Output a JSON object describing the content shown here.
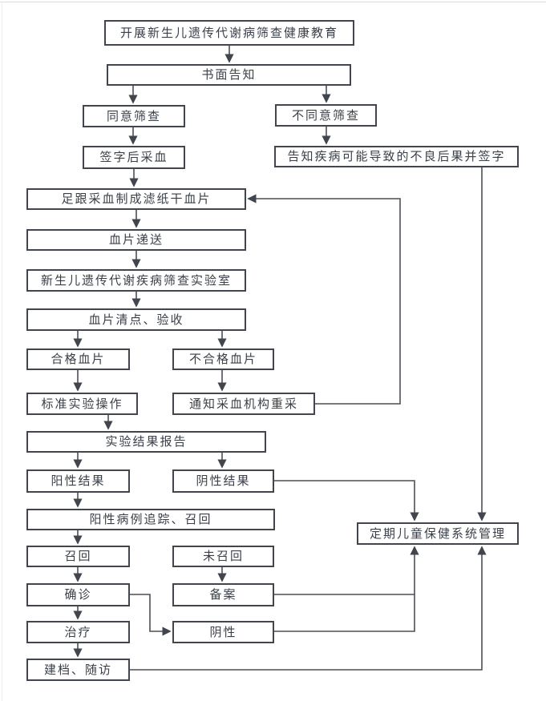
{
  "diagram": {
    "type": "flowchart",
    "language": "zh-CN",
    "colors": {
      "background": "#ffffff",
      "box_border": "#41464e",
      "text": "#3a3f48",
      "line": "#4b4f56"
    },
    "nodes": {
      "edu": {
        "label": "开展新生儿遗传代谢病筛查健康教育"
      },
      "notify": {
        "label": "书面告知"
      },
      "agree": {
        "label": "同意筛查"
      },
      "disagree": {
        "label": "不同意筛查"
      },
      "sign": {
        "label": "签字后采血"
      },
      "inform": {
        "label": "告知疾病可能导致的不良后果并签字"
      },
      "heel": {
        "label": "足跟采血制成滤纸干血片"
      },
      "deliver": {
        "label": "血片递送"
      },
      "lab": {
        "label": "新生儿遗传代谢疾病筛查实验室"
      },
      "check": {
        "label": "血片清点、验收"
      },
      "qualified": {
        "label": "合格血片"
      },
      "unqualified": {
        "label": "不合格血片"
      },
      "standard": {
        "label": "标准实验操作"
      },
      "recollect": {
        "label": "通知采血机构重采"
      },
      "report": {
        "label": "实验结果报告"
      },
      "positive": {
        "label": "阳性结果"
      },
      "negative": {
        "label": "阴性结果"
      },
      "track": {
        "label": "阳性病例追踪、召回"
      },
      "recall": {
        "label": "召回"
      },
      "norecall": {
        "label": "未召回"
      },
      "confirm": {
        "label": "确诊"
      },
      "record": {
        "label": "备案"
      },
      "treat": {
        "label": "治疗"
      },
      "neg2": {
        "label": "阴性"
      },
      "archive": {
        "label": "建档、随访"
      },
      "manage": {
        "label": "定期儿童保健系统管理"
      }
    },
    "edges": [
      {
        "from": "edu",
        "to": "notify"
      },
      {
        "from": "notify",
        "to": "agree"
      },
      {
        "from": "notify",
        "to": "disagree"
      },
      {
        "from": "agree",
        "to": "sign"
      },
      {
        "from": "disagree",
        "to": "inform"
      },
      {
        "from": "sign",
        "to": "heel"
      },
      {
        "from": "heel",
        "to": "deliver"
      },
      {
        "from": "deliver",
        "to": "lab"
      },
      {
        "from": "lab",
        "to": "check"
      },
      {
        "from": "check",
        "to": "qualified"
      },
      {
        "from": "check",
        "to": "unqualified"
      },
      {
        "from": "qualified",
        "to": "standard"
      },
      {
        "from": "unqualified",
        "to": "recollect"
      },
      {
        "from": "recollect",
        "to": "heel"
      },
      {
        "from": "standard",
        "to": "report"
      },
      {
        "from": "report",
        "to": "positive"
      },
      {
        "from": "report",
        "to": "negative"
      },
      {
        "from": "positive",
        "to": "track"
      },
      {
        "from": "track",
        "to": "recall"
      },
      {
        "from": "recall",
        "to": "confirm"
      },
      {
        "from": "norecall",
        "to": "record"
      },
      {
        "from": "confirm",
        "to": "treat"
      },
      {
        "from": "confirm",
        "to": "neg2"
      },
      {
        "from": "treat",
        "to": "archive"
      },
      {
        "from": "inform",
        "to": "manage"
      },
      {
        "from": "negative",
        "to": "manage"
      },
      {
        "from": "record",
        "to": "manage"
      },
      {
        "from": "neg2",
        "to": "manage"
      },
      {
        "from": "archive",
        "to": "manage"
      }
    ]
  }
}
